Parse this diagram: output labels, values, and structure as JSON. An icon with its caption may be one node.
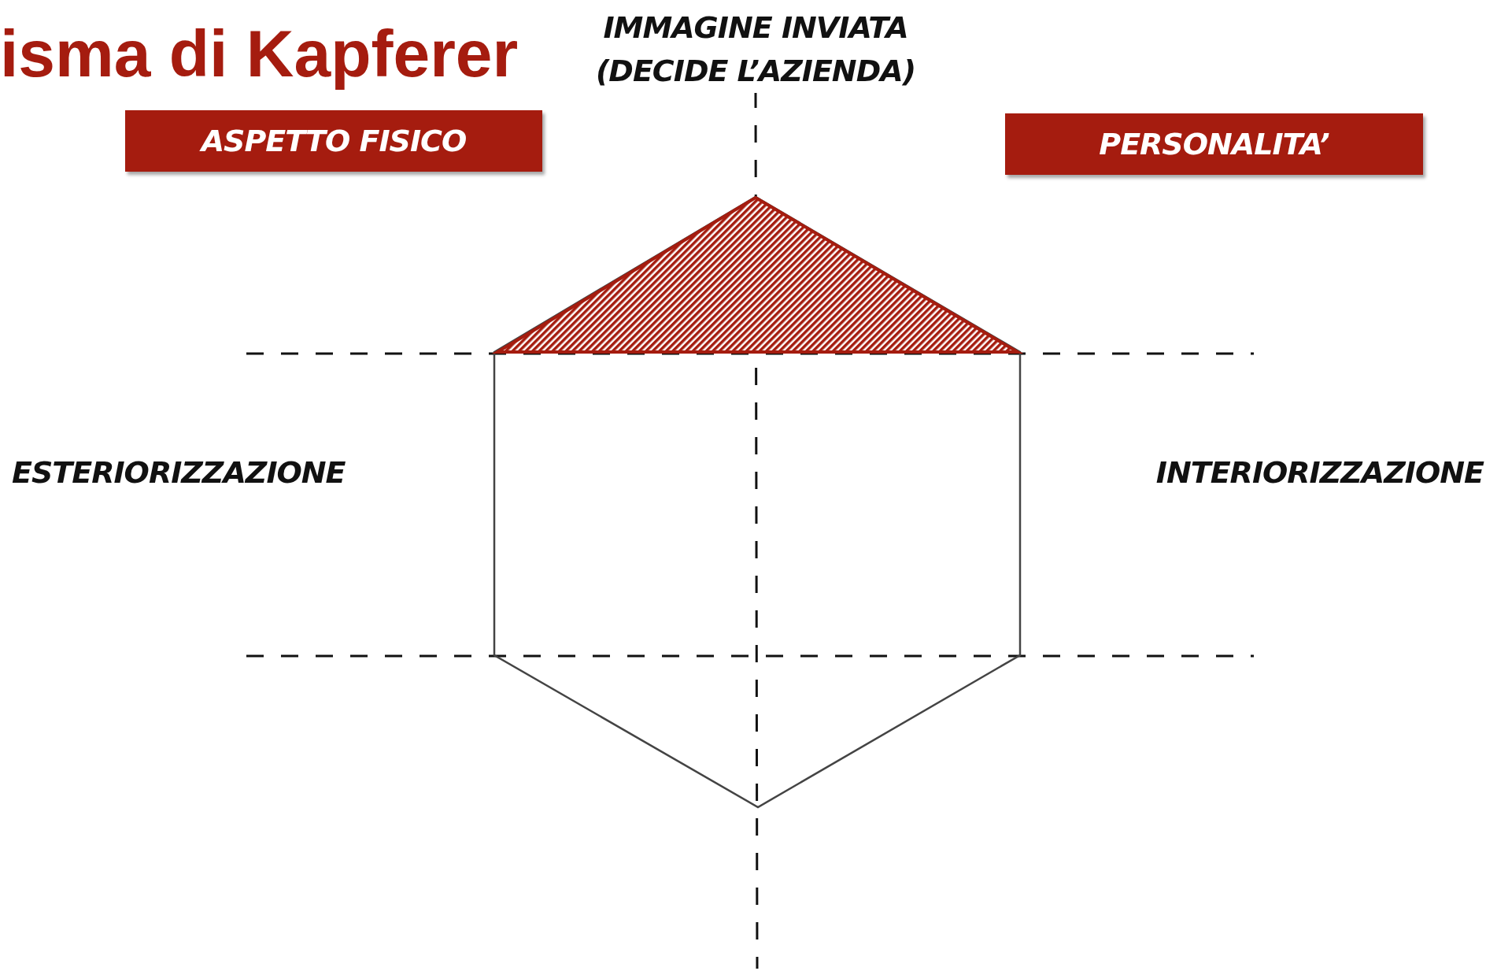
{
  "diagram": {
    "title": "isma di Kapferer",
    "nodes": [
      {
        "text": [
          "ASPETTO FISICO"
        ]
      },
      {
        "text": [
          "PERSONALITA’"
        ]
      }
    ],
    "labels": [
      "IMMAGINE INVIATA (DECIDE L’AZIENDA)",
      "ESTERIORIZZAZIONE",
      "INTERIORIZZAZIONE"
    ]
  }
}
